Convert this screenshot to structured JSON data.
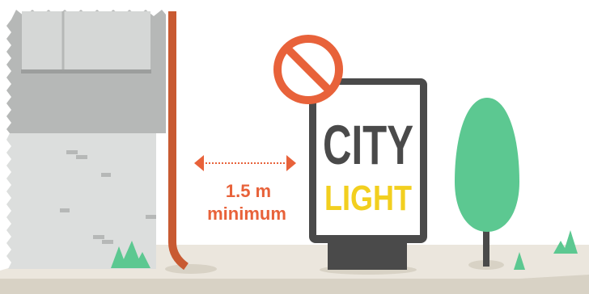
{
  "sign": {
    "line1": "CITY",
    "line2": "LIGHT"
  },
  "distance": {
    "value": "1.5 m",
    "note": "minimum"
  },
  "colors": {
    "accent": "#e8623a",
    "sign_text_dark": "#4a4a4a",
    "sign_text_yellow": "#f2cf1f",
    "tree": "#5cc891",
    "pipe": "#c85a32",
    "wall_dark": "#b6b8b7",
    "wall_light": "#dcdedd",
    "ground_top": "#ebe6dd",
    "ground_side": "#d8d2c5"
  },
  "icons": [
    "prohibited-icon",
    "double-arrow-icon",
    "tree-icon",
    "grass-icon"
  ]
}
